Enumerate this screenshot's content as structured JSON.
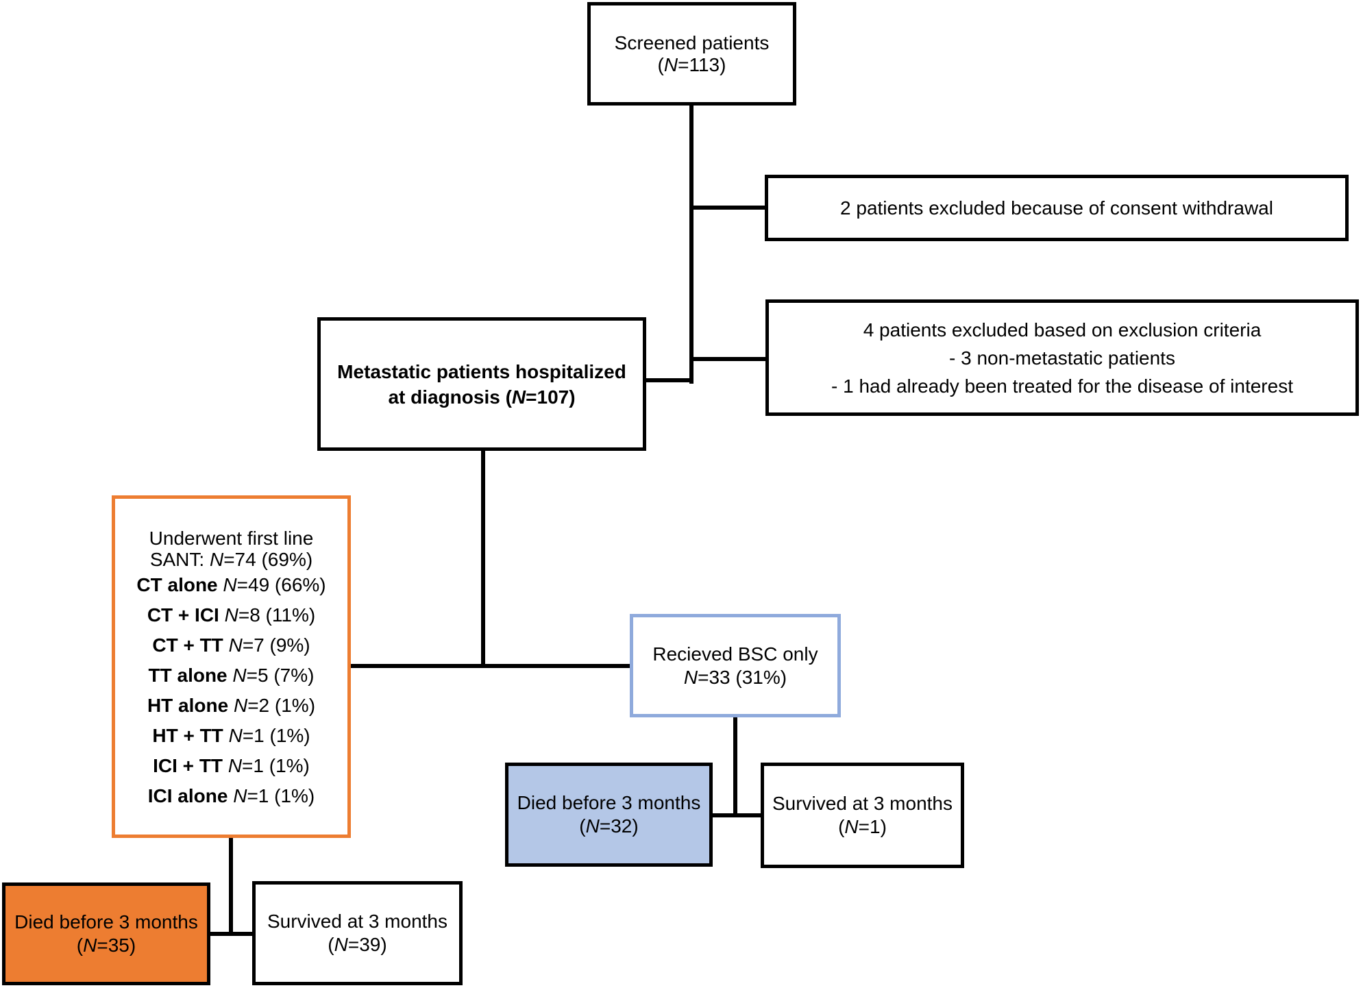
{
  "colors": {
    "orange": "#ED7D31",
    "light_blue_fill": "#B4C7E7",
    "blue_border": "#8FAADC",
    "line": "#000000"
  },
  "boxes": {
    "screened": {
      "line1": "Screened patients",
      "line2": "(N=113)"
    },
    "excluded_consent": {
      "line1": "2 patients excluded because of consent withdrawal"
    },
    "excluded_criteria": {
      "line1": "4 patients excluded based on exclusion criteria",
      "line2": "- 3 non-metastatic patients",
      "line3": "- 1 had already been treated for the disease of interest"
    },
    "metastatic": {
      "line1": "Metastatic patients hospitalized",
      "line2": "at diagnosis (N=107)"
    },
    "sant": {
      "header_line1": "Underwent first line",
      "header_line2": "SANT: N=74 (69%)",
      "items": [
        {
          "label": "CT alone",
          "value": "N=49 (66%)"
        },
        {
          "label": "CT + ICI",
          "value": "N=8 (11%)"
        },
        {
          "label": "CT + TT",
          "value": "N=7 (9%)"
        },
        {
          "label": "TT alone",
          "value": "N=5 (7%)"
        },
        {
          "label": "HT alone",
          "value": "N=2 (1%)"
        },
        {
          "label": "HT + TT",
          "value": "N=1 (1%)"
        },
        {
          "label": "ICI + TT",
          "value": "N=1 (1%)"
        },
        {
          "label": "ICI alone",
          "value": "N=1 (1%)"
        }
      ]
    },
    "bsc": {
      "line1": "Recieved BSC only",
      "line2": "N=33 (31%)"
    },
    "bsc_died": {
      "line1": "Died before 3 months",
      "line2": "(N=32)"
    },
    "bsc_survived": {
      "line1": "Survived at 3 months",
      "line2": "(N=1)"
    },
    "sant_died": {
      "line1": "Died before 3 months",
      "line2": "(N=35)"
    },
    "sant_survived": {
      "line1": "Survived at 3 months",
      "line2": "(N=39)"
    }
  }
}
